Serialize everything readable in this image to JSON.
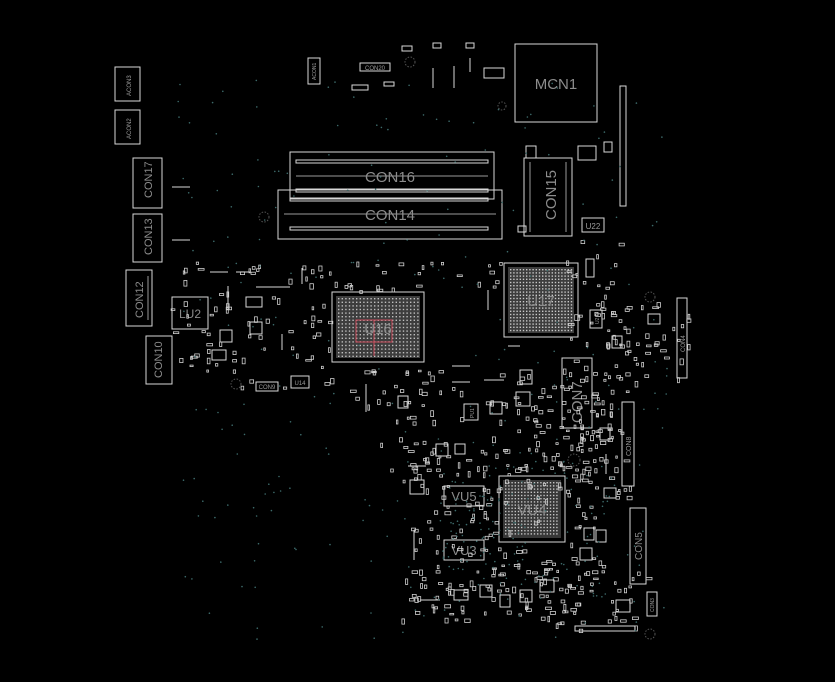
{
  "diagram": {
    "background": "#000000",
    "outline_color": "#d8d8d8",
    "label_color": "#8c8c8c",
    "via_color": "#3d6b6b",
    "components": {
      "mcn1": "MCN1",
      "con16": "CON16",
      "con14": "CON14",
      "con15": "CON15",
      "u17": "U17",
      "u16": "U16",
      "con7": "CON7",
      "vu4": "VU4",
      "vu5": "VU5",
      "vu3": "VU3",
      "lu2": "LU2",
      "con12": "CON12",
      "con13": "CON13",
      "con17": "CON17",
      "con10": "CON10",
      "con5": "CON5",
      "con8": "CON8",
      "con20": "CON20",
      "con4": "CON4",
      "u22": "U22",
      "u14": "U14",
      "acon3": "ACON3",
      "acon2": "ACON2",
      "acon1": "ACON1",
      "con9": "CON9",
      "con3": "CON3",
      "u2": "U2",
      "pu1": "PU1"
    }
  }
}
